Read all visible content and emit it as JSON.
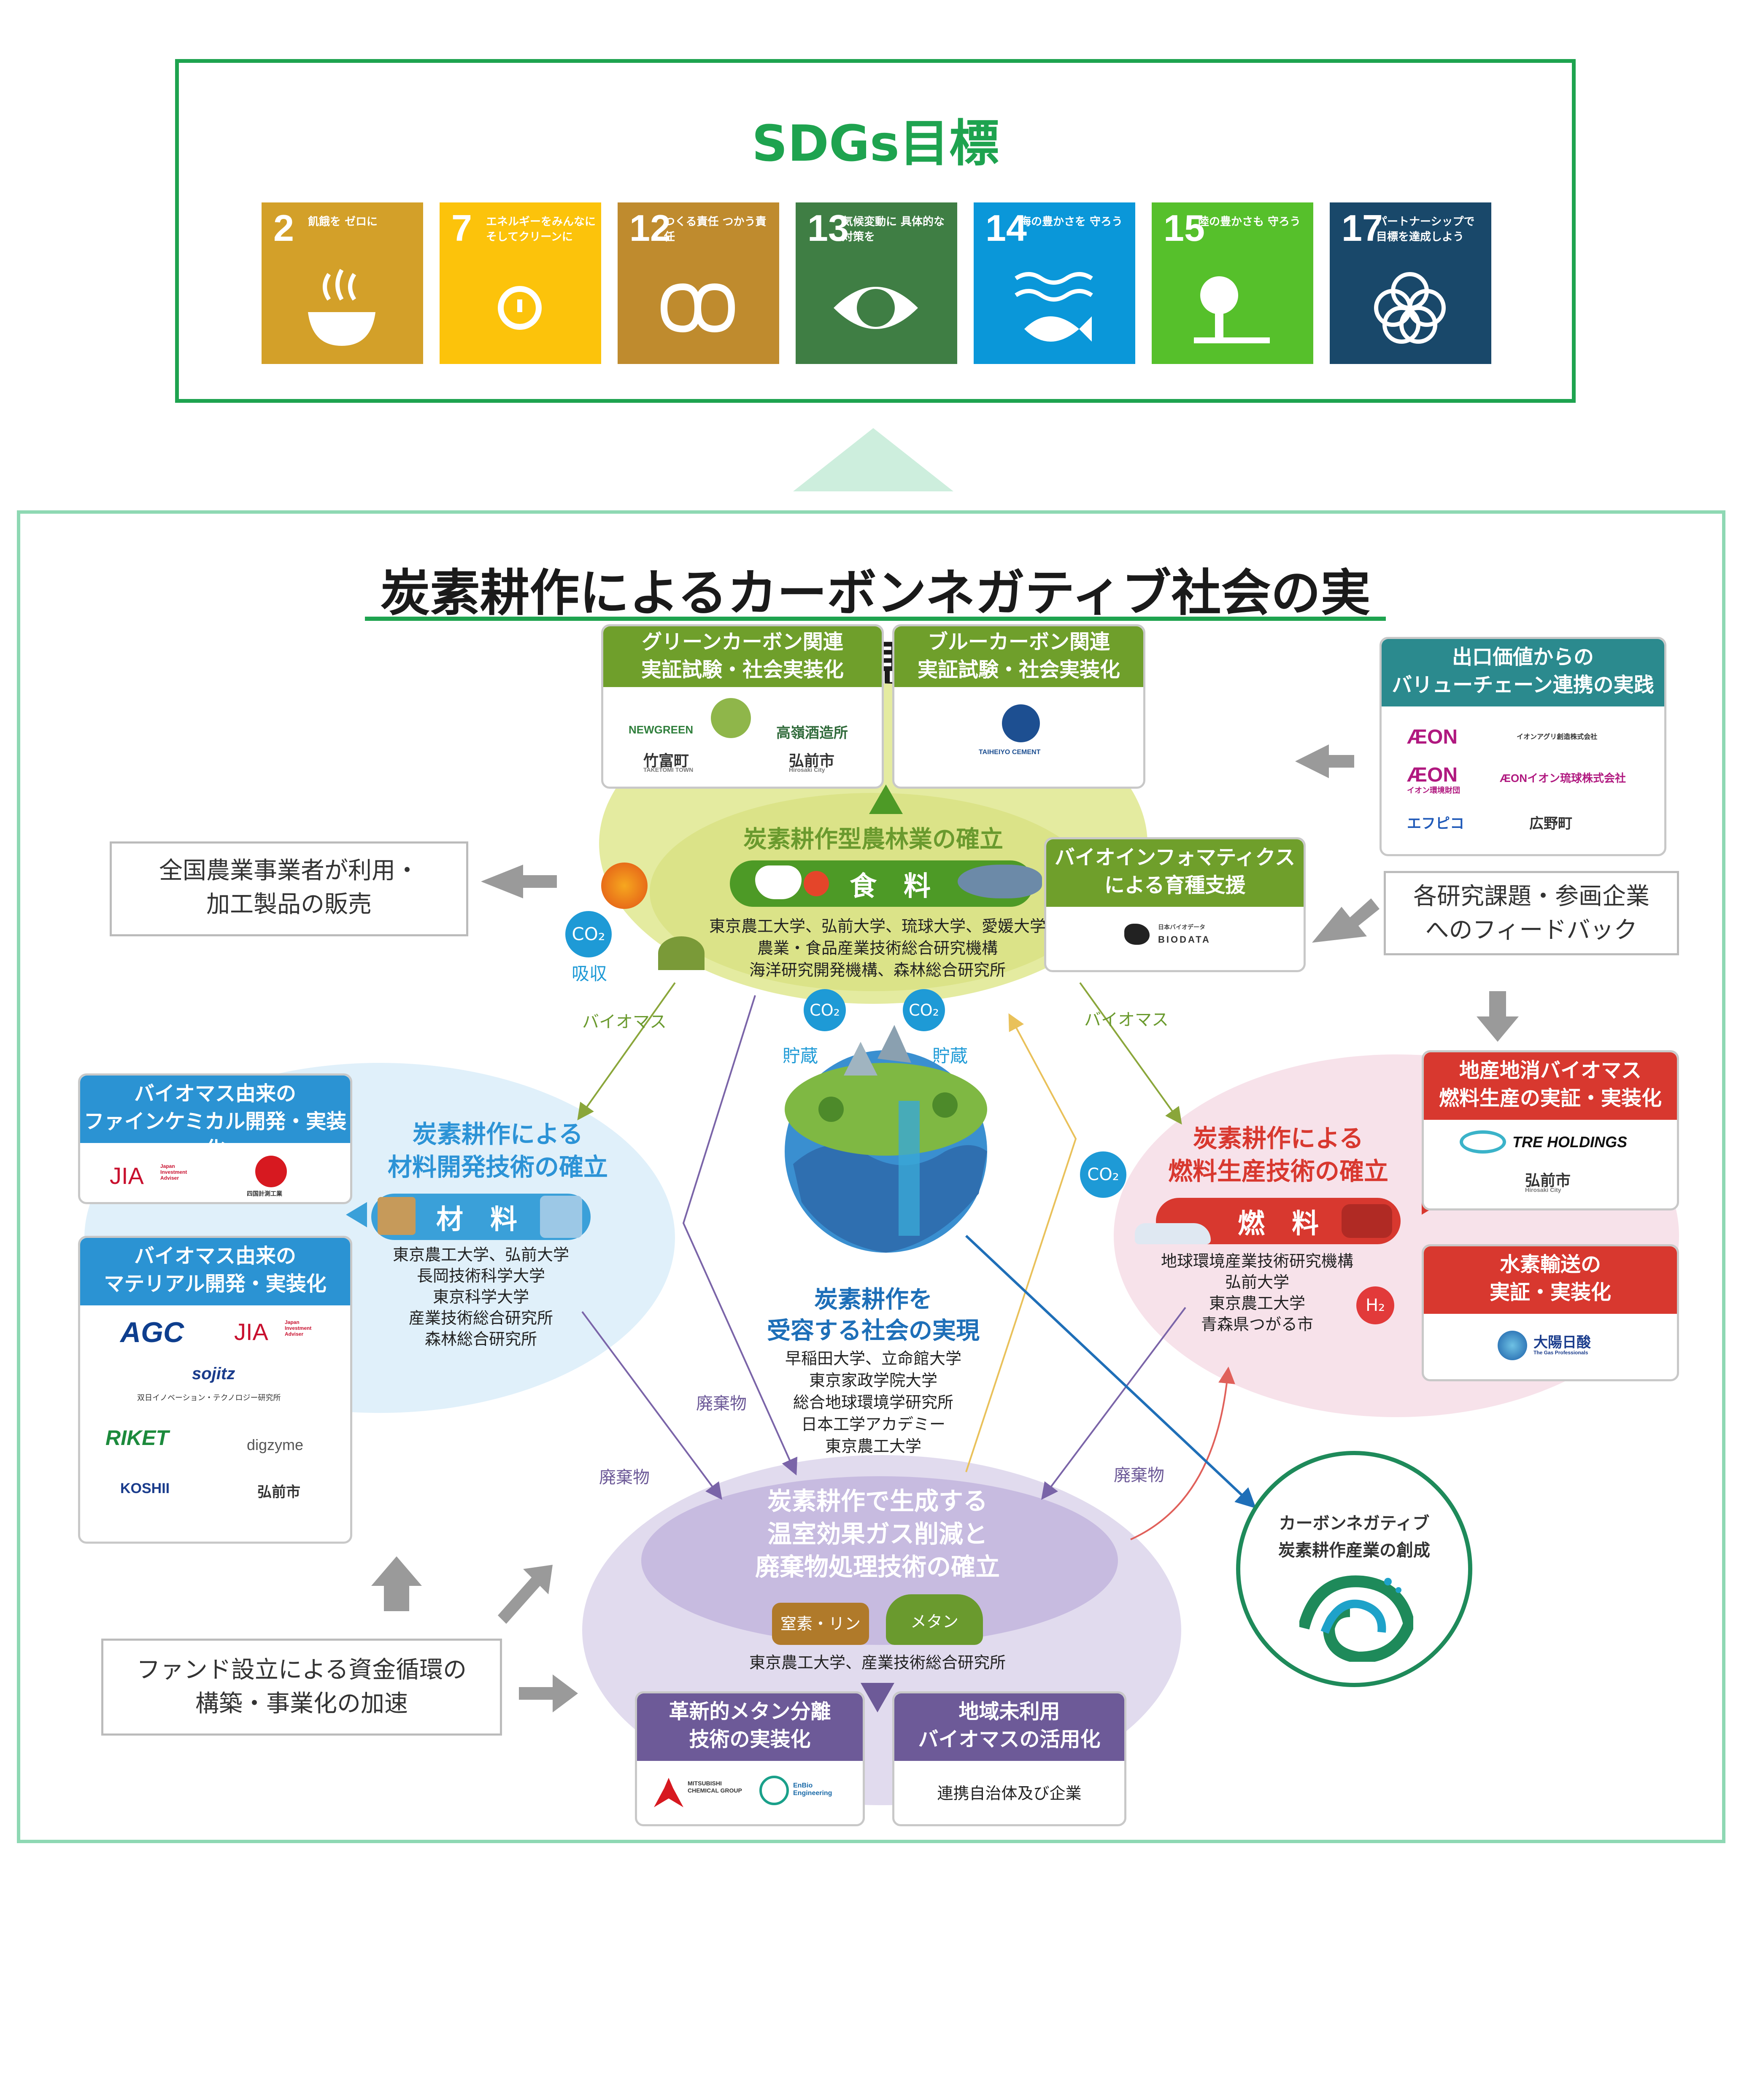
{
  "sdg": {
    "title": "SDGs目標",
    "goals": [
      {
        "num": "2",
        "label": "飢餓を ゼロに",
        "color": "#d3a029"
      },
      {
        "num": "7",
        "label": "エネルギーをみんなに そしてクリーンに",
        "color": "#fcc30b"
      },
      {
        "num": "12",
        "label": "つくる責任 つかう責任",
        "color": "#bf8b2e"
      },
      {
        "num": "13",
        "label": "気候変動に 具体的な対策を",
        "color": "#3f7e44"
      },
      {
        "num": "14",
        "label": "海の豊かさを 守ろう",
        "color": "#0a97d9"
      },
      {
        "num": "15",
        "label": "陸の豊かさも 守ろう",
        "color": "#56c02b"
      },
      {
        "num": "17",
        "label": "パートナーシップで 目標を達成しよう",
        "color": "#19486a"
      }
    ]
  },
  "main": {
    "title": "炭素耕作によるカーボンネガティブ社会の実現"
  },
  "top_boxes": {
    "green": {
      "title1": "グリーンカーボン関連",
      "title2": "実証試験・社会実装化",
      "logos": [
        "NEWGREEN",
        "竹富町",
        "高嶺酒造所",
        "弘前市"
      ],
      "sub": [
        "TAKETOMI TOWN",
        "Hirosaki City"
      ]
    },
    "blue": {
      "title1": "ブルーカーボン関連",
      "title2": "実証試験・社会実装化",
      "logos": [
        "TAIHEIYO CEMENT"
      ]
    }
  },
  "right_top": {
    "title1": "出口価値からの",
    "title2": "バリューチェーン連携の実践",
    "logos": [
      "ÆON",
      "イオンアグリ創造株式会社",
      "ÆON",
      "イオン環境財団",
      "ÆONイオン琉球株式会社",
      "エフピコ",
      "広野町"
    ]
  },
  "bioinfo": {
    "title1": "バイオインフォマティクス",
    "title2": "による育種支援",
    "logo": "BIODATA",
    "sub": "日本バイオデータ"
  },
  "feedback": {
    "line1": "各研究課題・参画企業",
    "line2": "へのフィードバック"
  },
  "national": {
    "line1": "全国農業事業者が利用・",
    "line2": "加工製品の販売"
  },
  "food": {
    "title": "炭素耕作型農林業の確立",
    "pill": "食　料",
    "members": [
      "東京農工大学、弘前大学、琉球大学、愛媛大学",
      "農業・食品産業技術総合研究機構",
      "海洋研究開発機構、森林総合研究所"
    ],
    "co2": "CO₂",
    "absorb": "吸収"
  },
  "labels": {
    "biomass": "バイオマス",
    "storage": "貯蔵",
    "waste": "廃棄物",
    "co2": "CO₂",
    "h2": "H₂"
  },
  "material": {
    "title1": "炭素耕作による",
    "title2": "材料開発技術の確立",
    "pill": "材　料",
    "members": [
      "東京農工大学、弘前大学",
      "長岡技術科学大学",
      "東京科学大学",
      "産業技術総合研究所",
      "森林総合研究所"
    ]
  },
  "fine": {
    "title1": "バイオマス由来の",
    "title2": "ファインケミカル開発・実装化",
    "logos": [
      "JIA",
      "四国計測工業"
    ],
    "jia_sub": "Japan Investment Adviser"
  },
  "materialdev": {
    "title1": "バイオマス由来の",
    "title2": "マテリアル開発・実装化",
    "logos": [
      "AGC",
      "JIA",
      "sojitz",
      "双日イノベーション・テクノロジー研究所",
      "RIKET",
      "digzyme",
      "KOSHII",
      "弘前市"
    ],
    "jia_sub": "Japan Investment Adviser"
  },
  "society": {
    "title1": "炭素耕作を",
    "title2": "受容する社会の実現",
    "members": [
      "早稲田大学、立命館大学",
      "東京家政学院大学",
      "総合地球環境学研究所",
      "日本工学アカデミー",
      "東京農工大学"
    ]
  },
  "fuel": {
    "title1": "炭素耕作による",
    "title2": "燃料生産技術の確立",
    "pill": "燃　料",
    "members": [
      "地球環境産業技術研究機構",
      "弘前大学",
      "東京農工大学",
      "青森県つがる市"
    ]
  },
  "local": {
    "title1": "地産地消バイオマス",
    "title2": "燃料生産の実証・実装化",
    "logos": [
      "TRE HOLDINGS",
      "弘前市"
    ],
    "sub": "Hirosaki City"
  },
  "hydrogen": {
    "title1": "水素輸送の",
    "title2": "実証・実装化",
    "logo": "大陽日酸",
    "sub": "The Gas Professionals"
  },
  "ghg": {
    "title1": "炭素耕作で生成する",
    "title2": "温室効果ガス削減と",
    "title3": "廃棄物処理技術の確立",
    "chips": [
      "窒素・リン",
      "メタン"
    ],
    "members": "東京農工大学、産業技術総合研究所"
  },
  "methane": {
    "title1": "革新的メタン分離",
    "title2": "技術の実装化",
    "logos": [
      "MITSUBISHI CHEMICAL GROUP",
      "EnBio Engineering"
    ]
  },
  "regional": {
    "title1": "地域未利用",
    "title2": "バイオマスの活用化",
    "text": "連携自治体及び企業"
  },
  "fund": {
    "line1": "ファンド設立による資金循環の",
    "line2": "構築・事業化の加速"
  },
  "industry": {
    "line1": "カーボンネガティブ",
    "line2": "炭素耕作産業の創成"
  }
}
